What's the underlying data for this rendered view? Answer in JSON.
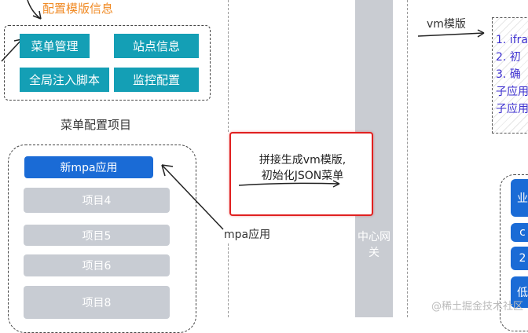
{
  "config_title": "配置模版信息",
  "config_buttons": [
    "菜单管理",
    "站点信息",
    "全局注入脚本",
    "监控配置"
  ],
  "menu_title": "菜单配置项目",
  "menu_items": [
    "新mpa应用",
    "项目4",
    "项目5",
    "项目6",
    "项目8"
  ],
  "mpa_label": "mpa应用",
  "vm_label": "vm模版",
  "red_box": {
    "line1": "拼接生成vm模版,",
    "line2": "初始化JSON菜单"
  },
  "gateway": {
    "line1": "中心网",
    "line2": "关"
  },
  "purple_lines": [
    "1. ifra",
    "2. 初",
    "3. 确",
    "子应用",
    "子应用"
  ],
  "right_pills": [
    "业",
    "c",
    "2",
    "低"
  ],
  "watermark": "@稀土掘金技术社区",
  "colors": {
    "teal": "#149fb5",
    "blue": "#1a6bd6",
    "gray": "#c8ccd3",
    "red": "#e02020",
    "orange": "#f08a24",
    "purple": "#3c2fd0"
  }
}
